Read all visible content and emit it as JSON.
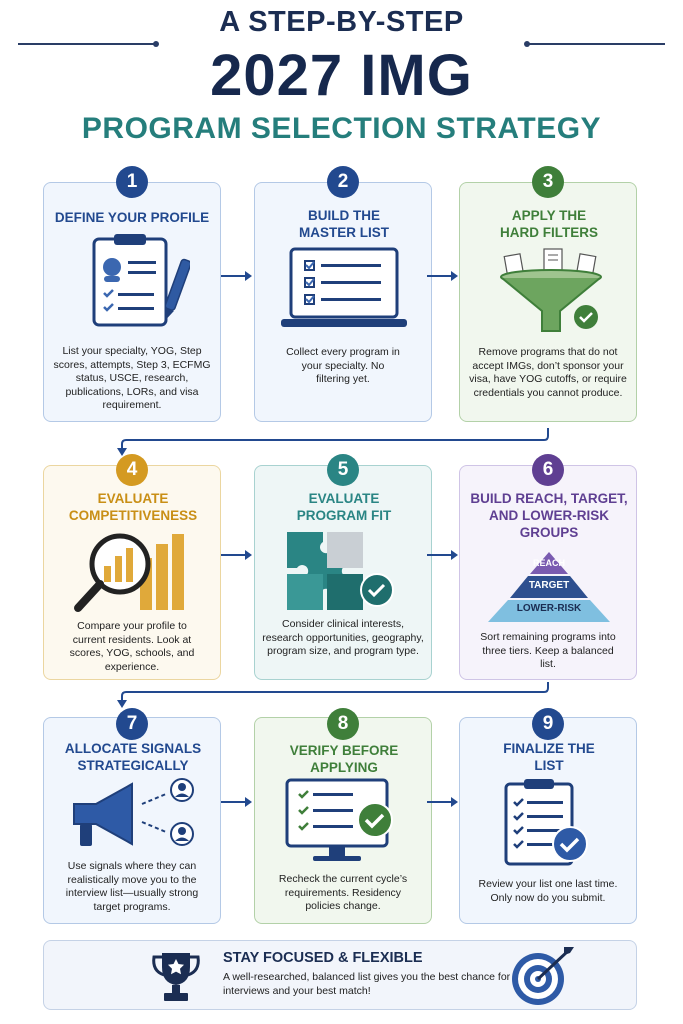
{
  "header": {
    "eyebrow": "A STEP-BY-STEP",
    "title": "2027 IMG",
    "subtitle": "PROGRAM SELECTION STRATEGY"
  },
  "steps": [
    {
      "number": "1",
      "title": "DEFINE YOUR PROFILE",
      "text": "List your specialty, YOG, Step scores, attempts, Step 3, ECFMG status, USCE, research, publications, LORs, and visa requirement.",
      "icon": "clipboard-profile-icon",
      "color": "#22498f"
    },
    {
      "number": "2",
      "title": "BUILD THE MASTER LIST",
      "text": "Collect every program in your specialty. No filtering yet.",
      "icon": "laptop-checklist-icon",
      "color": "#22498f"
    },
    {
      "number": "3",
      "title": "APPLY THE HARD FILTERS",
      "text": "Remove programs that do not accept IMGs, don’t sponsor your visa, have YOG cutoffs, or require credentials you cannot produce.",
      "icon": "funnel-icon",
      "color": "#3f7f3a"
    },
    {
      "number": "4",
      "title": "EVALUATE COMPETITIVENESS",
      "text": "Compare your profile to current residents. Look at scores, YOG, schools, and experience.",
      "icon": "magnifier-chart-icon",
      "color": "#d49a21"
    },
    {
      "number": "5",
      "title": "EVALUATE PROGRAM FIT",
      "text": "Consider clinical interests, research opportunities, geography, program size, and program type.",
      "icon": "puzzle-icon",
      "color": "#2a8584"
    },
    {
      "number": "6",
      "title": "BUILD REACH, TARGET, AND LOWER-RISK GROUPS",
      "text": "Sort remaining programs into three tiers. Keep a balanced list.",
      "icon": "pyramid-icon",
      "color": "#5f3f92"
    },
    {
      "number": "7",
      "title": "ALLOCATE SIGNALS STRATEGICALLY",
      "text": "Use signals where they can realistically move you to the interview list—usually strong target programs.",
      "icon": "megaphone-icon",
      "color": "#22498f"
    },
    {
      "number": "8",
      "title": "VERIFY BEFORE APPLYING",
      "text": "Recheck the current cycle’s requirements. Residency policies change.",
      "icon": "monitor-check-icon",
      "color": "#3f7f3a"
    },
    {
      "number": "9",
      "title": "FINALIZE THE LIST",
      "text": "Review your list one last time. Only now do you submit.",
      "icon": "clipboard-check-icon",
      "color": "#22498f"
    }
  ],
  "pyramid": {
    "top": "REACH",
    "middle": "TARGET",
    "bottom": "LOWER-RISK"
  },
  "footer": {
    "title": "STAY FOCUSED & FLEXIBLE",
    "text": "A well-researched, balanced list gives you the best chance for interviews and your best match!",
    "left_icon": "trophy-icon",
    "right_icon": "target-icon"
  },
  "colors": {
    "navy": "#16284d",
    "teal": "#257e7c",
    "blue": "#22498f",
    "green": "#3f7f3a",
    "gold": "#d49a21",
    "purple": "#5f3f92"
  }
}
